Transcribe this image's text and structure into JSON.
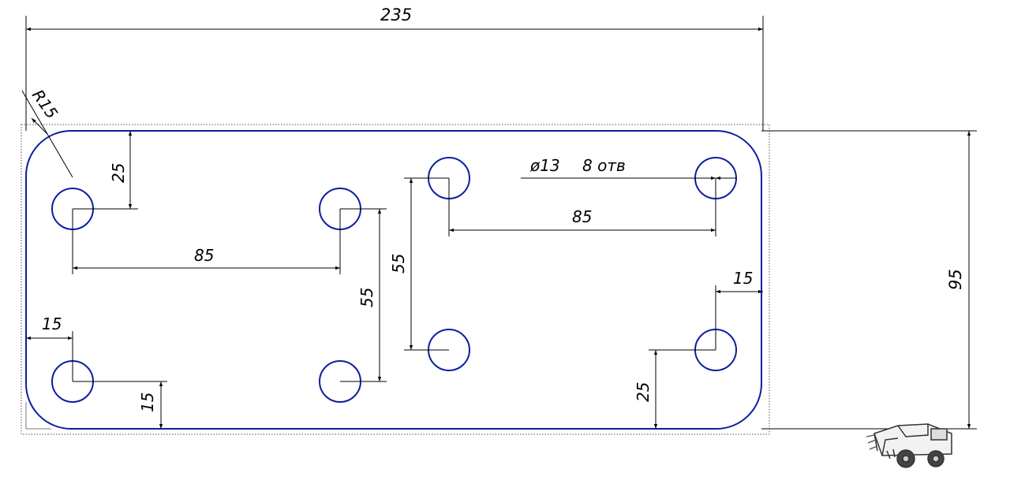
{
  "colors": {
    "outline": "#0b1f9e",
    "dimension": "#000000",
    "frame": "#555555"
  },
  "labels": {
    "overall_length": "235",
    "overall_width": "95",
    "corner_radius": "R15",
    "hole_spec_diameter": "ø13",
    "hole_spec_count": "8 отв",
    "top_offset_left": "25",
    "hole_pitch_left": "85",
    "hole_pitch_right": "85",
    "vertical_pitch_center": "55",
    "vertical_pitch_mid": "55",
    "edge_offset_left": "15",
    "edge_offset_bottom": "15",
    "edge_offset_right": "15",
    "bottom_offset_right": "25"
  },
  "icon": "truck-logo-icon"
}
